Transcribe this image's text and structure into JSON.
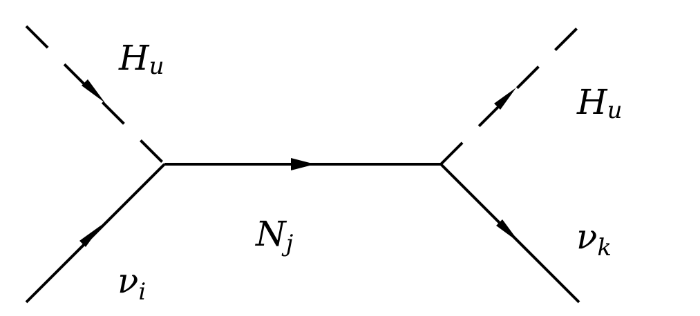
{
  "diagram": {
    "type": "feynman-diagram",
    "lines": [
      {
        "id": "scalar-in",
        "kind": "dashed",
        "arrow": "toward-vertex"
      },
      {
        "id": "fermion-in",
        "kind": "solid",
        "arrow": "toward-vertex"
      },
      {
        "id": "propagator",
        "kind": "solid",
        "arrow": "left-to-right"
      },
      {
        "id": "scalar-out",
        "kind": "dashed",
        "arrow": "away-from-vertex"
      },
      {
        "id": "fermion-out",
        "kind": "solid",
        "arrow": "away-from-vertex"
      }
    ],
    "labels": {
      "scalar_in": {
        "main": "H",
        "sub": "u"
      },
      "fermion_in": {
        "main": "ν",
        "sub": "i"
      },
      "propagator": {
        "main": "N",
        "sub": "j"
      },
      "scalar_out": {
        "main": "H",
        "sub": "u"
      },
      "fermion_out": {
        "main": "ν",
        "sub": "k"
      }
    },
    "colors": {
      "line": "#000000",
      "background": "#ffffff"
    }
  }
}
